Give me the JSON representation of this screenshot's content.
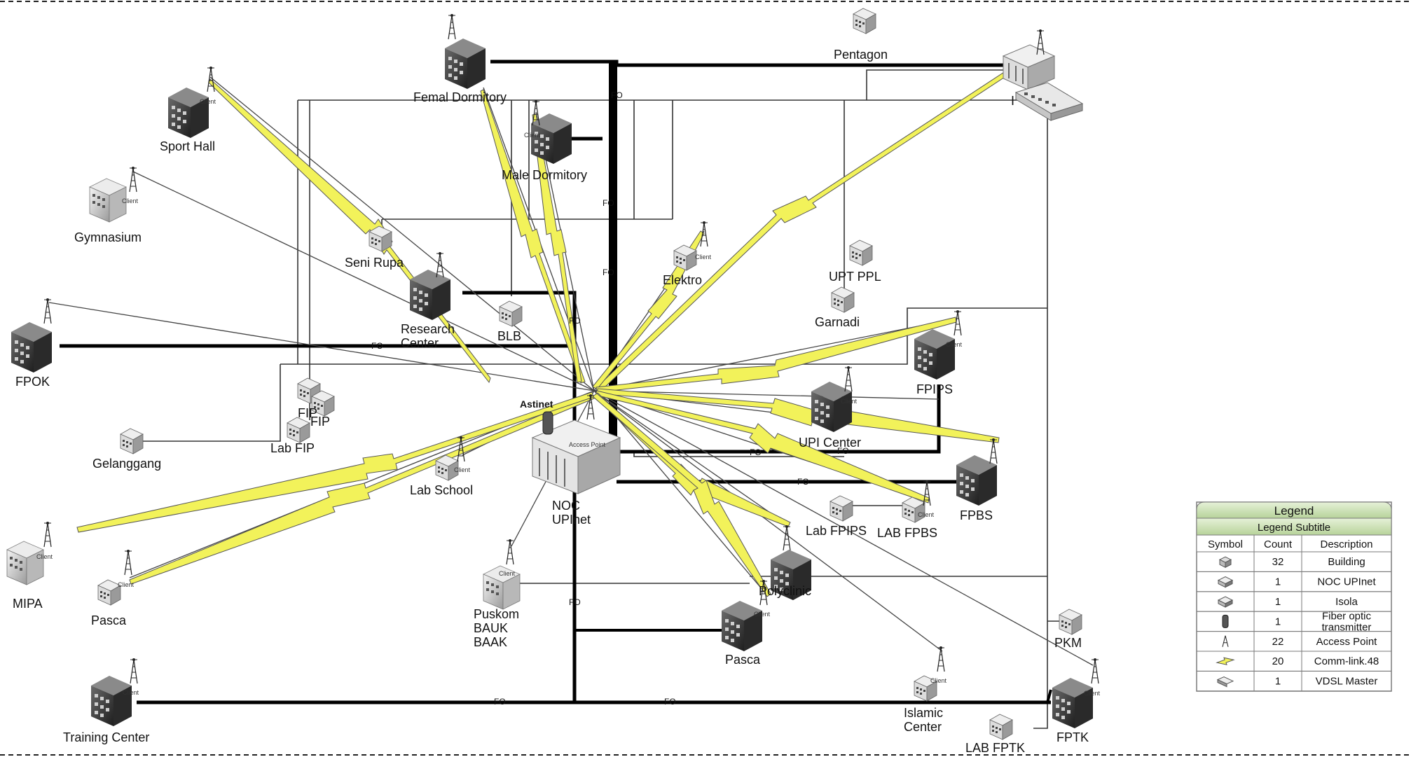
{
  "colors": {
    "fiber": "#000000",
    "thin": "#333333",
    "wireless_fill": "#f2f25a",
    "wireless_stroke": "#555555",
    "building_dark": "#3a3a3a",
    "building_light": "#d8d8d8",
    "legend_header": "#cfe3b9",
    "legend_border": "#7a7a7a"
  },
  "marker_fo": "FO",
  "client_tag": "Client",
  "access_point_tag": "Access Point",
  "nodes": {
    "femal_dormitory": "Femal Dormitory",
    "male_dormitory": "Male Dormitory",
    "sport_hall": "Sport Hall",
    "gymnasium": "Gymnasium",
    "seni_rupa": "Seni Rupa",
    "research_center": "Research\nCenter",
    "blb": "BLB",
    "fpok": "FPOK",
    "fip_1": "FIP",
    "fip_2": "FIP",
    "lab_fip": "Lab FIP",
    "gelanggang": "Gelanggang",
    "lab_school": "Lab School",
    "mipa": "MIPA",
    "pasca_left": "Pasca",
    "training_center": "Training Center",
    "puskom": "Puskom\nBAUK\nBAAK",
    "noc": "NOC\nUPInet",
    "astinet": "Astinet",
    "pentagon": "Pentagon",
    "isola": "I",
    "elektro": "Elektro",
    "upt_ppl": "UPT PPL",
    "garnadi": "Garnadi",
    "fpips": "FPIPS",
    "upi_center": "UPI Center",
    "fpbs": "FPBS",
    "lab_fpips": "Lab FPIPS",
    "lab_fpbs": "LAB FPBS",
    "polyclinic": "Polyclinic",
    "pasca_mid": "Pasca",
    "islamic_center": "Islamic\nCenter",
    "pkm": "PKM",
    "lab_fptk": "LAB FPTK",
    "fptk": "FPTK"
  },
  "legend": {
    "title": "Legend",
    "subtitle": "Legend Subtitle",
    "headers": [
      "Symbol",
      "Count",
      "Description"
    ],
    "rows": [
      {
        "icon": "building-icon",
        "count": "32",
        "description": "Building"
      },
      {
        "icon": "noc-upinet-icon",
        "count": "1",
        "description": "NOC UPInet"
      },
      {
        "icon": "isola-icon",
        "count": "1",
        "description": "Isola"
      },
      {
        "icon": "fiber-optic-transmitter-icon",
        "count": "1",
        "description": "Fiber optic\ntransmitter"
      },
      {
        "icon": "access-point-icon",
        "count": "22",
        "description": "Access Point"
      },
      {
        "icon": "comm-link-icon",
        "count": "20",
        "description": "Comm-link.48"
      },
      {
        "icon": "vdsl-master-icon",
        "count": "1",
        "description": "VDSL Master"
      }
    ]
  }
}
